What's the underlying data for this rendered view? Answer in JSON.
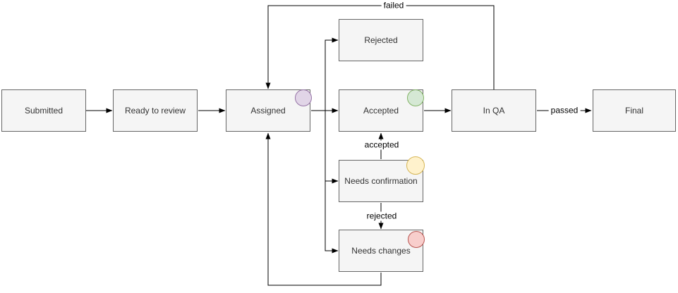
{
  "diagram": {
    "nodes": [
      {
        "id": "submitted",
        "label": "Submitted"
      },
      {
        "id": "ready-to-review",
        "label": "Ready to review"
      },
      {
        "id": "assigned",
        "label": "Assigned",
        "badge": "purple"
      },
      {
        "id": "rejected",
        "label": "Rejected"
      },
      {
        "id": "accepted",
        "label": "Accepted",
        "badge": "green"
      },
      {
        "id": "in-qa",
        "label": "In QA"
      },
      {
        "id": "final",
        "label": "Final"
      },
      {
        "id": "needs-confirmation",
        "label": "Needs confirmation",
        "badge": "yellow"
      },
      {
        "id": "needs-changes",
        "label": "Needs changes",
        "badge": "red"
      }
    ],
    "edges": [
      {
        "from": "submitted",
        "to": "ready-to-review",
        "label": ""
      },
      {
        "from": "ready-to-review",
        "to": "assigned",
        "label": ""
      },
      {
        "from": "assigned",
        "to": "accepted",
        "label": ""
      },
      {
        "from": "assigned",
        "to": "rejected",
        "label": ""
      },
      {
        "from": "assigned",
        "to": "needs-confirmation",
        "label": ""
      },
      {
        "from": "assigned",
        "to": "needs-changes",
        "label": ""
      },
      {
        "from": "accepted",
        "to": "in-qa",
        "label": ""
      },
      {
        "from": "in-qa",
        "to": "final",
        "label": "passed"
      },
      {
        "from": "in-qa",
        "to": "assigned",
        "label": "failed"
      },
      {
        "from": "needs-confirmation",
        "to": "accepted",
        "label": "accepted"
      },
      {
        "from": "needs-confirmation",
        "to": "needs-changes",
        "label": "rejected"
      },
      {
        "from": "needs-changes",
        "to": "assigned",
        "label": ""
      }
    ],
    "colors": {
      "node_fill": "#f5f5f5",
      "node_border": "#666666",
      "node_text": "#333333",
      "edge": "#000000",
      "badge_purple_fill": "#e1d5e7",
      "badge_purple_border": "#9673a6",
      "badge_green_fill": "#d5e8d4",
      "badge_green_border": "#82b366",
      "badge_yellow_fill": "#fff2cc",
      "badge_yellow_border": "#d6b656",
      "badge_red_fill": "#f8cecc",
      "badge_red_border": "#b85450"
    }
  }
}
